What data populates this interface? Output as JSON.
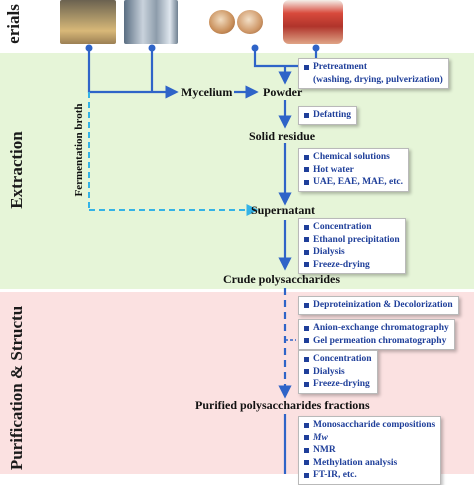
{
  "sections": {
    "materials": "erials",
    "extraction": "Extraction",
    "purification": "Purification & Structu"
  },
  "nodes": {
    "mycelium": "Mycelium",
    "powder": "Powder",
    "solid_residue": "Solid residue",
    "supernatant": "Supernatant",
    "crude": "Crude polysaccharides",
    "purified": "Purified polysaccharides fractions"
  },
  "side_label": "Fermentation broth",
  "boxes": {
    "pretreatment": {
      "title": "Pretreatment",
      "sub": "(washing, drying, pulverization)"
    },
    "defatting": [
      "Defatting"
    ],
    "extraction_methods": [
      "Chemical solutions",
      "Hot water",
      "UAE, EAE, MAE, etc."
    ],
    "concentration1": [
      "Concentration",
      "Ethanol precipitation",
      "Dialysis",
      "Freeze-drying"
    ],
    "deproteinization": [
      "Deproteinization & Decolorization"
    ],
    "chromatography": [
      "Anion-exchange chromatography",
      "Gel permeation chromatography"
    ],
    "concentration2": [
      "Concentration",
      "Dialysis",
      "Freeze-drying"
    ],
    "structure": [
      "Monosaccharide compositions",
      "Mw",
      "NMR",
      "Methylation analysis",
      "FT-IR, etc."
    ]
  },
  "colors": {
    "box_text": "#1f3f9a",
    "flow_arrow": "#2f64c8",
    "broth_arrow": "#34b3e6",
    "extraction_bg": "#e6f5d8",
    "purification_bg": "#fbe1e1"
  }
}
